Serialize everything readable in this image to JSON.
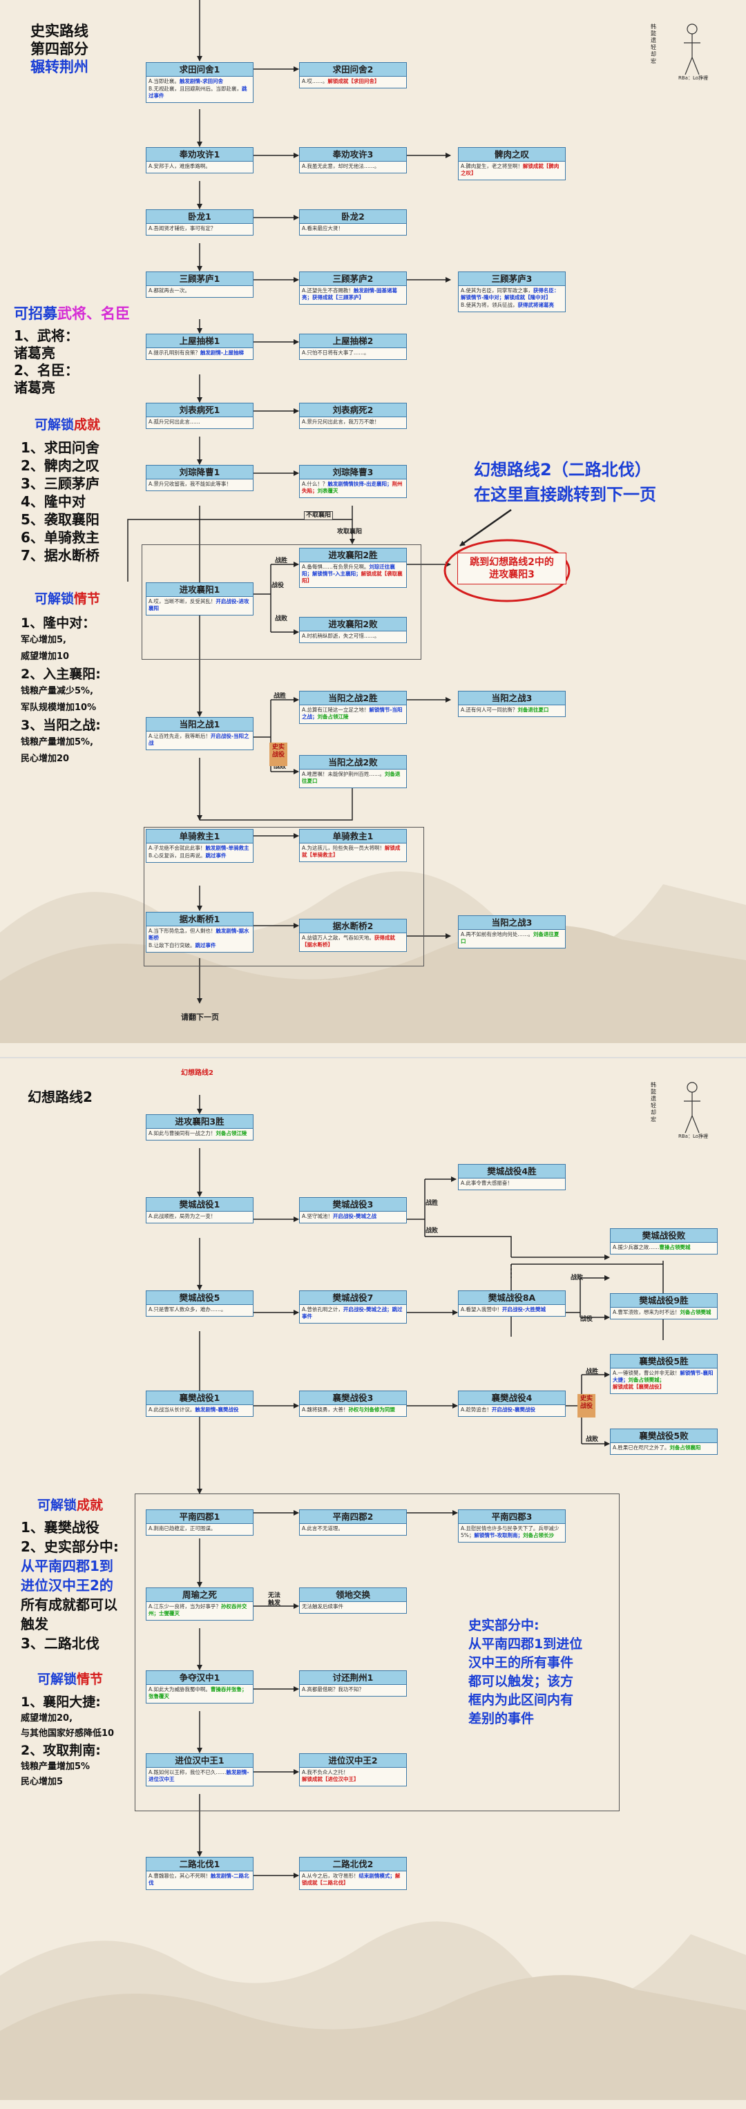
{
  "colors": {
    "background": "#f3ecdf",
    "node_header": "#9ccfe6",
    "node_border": "#3c79a8",
    "blue": "#1b3fd6",
    "red": "#d51d1d",
    "green": "#16a316",
    "magenta": "#d52bd5"
  },
  "part1": {
    "title_line1": "史实路线",
    "title_line2": "第四部分",
    "title_line3": "辗转荆州",
    "recruit_heading_a": "可招募",
    "recruit_heading_b": "武将、名臣",
    "recruit_lines": [
      "1、武将：",
      "诸葛亮",
      "2、名臣：",
      "诸葛亮"
    ],
    "ach_heading_a": "可解锁",
    "ach_heading_b": "成就",
    "achievements": [
      "1、求田问舍",
      "2、髀肉之叹",
      "3、三顾茅庐",
      "4、隆中对",
      "5、袭取襄阳",
      "6、单骑救主",
      "7、据水断桥"
    ],
    "plot_heading_a": "可解锁",
    "plot_heading_b": "情节",
    "plot_lines": [
      {
        "text": "1、隆中对：",
        "size": "big"
      },
      {
        "text": "军心增加5,",
        "size": "small"
      },
      {
        "text": "威望增加10",
        "size": "small"
      },
      {
        "text": "2、入主襄阳:",
        "size": "big"
      },
      {
        "text": "钱粮产量减少5%,",
        "size": "small"
      },
      {
        "text": "军队规模增加10%",
        "size": "small"
      },
      {
        "text": "3、当阳之战:",
        "size": "big"
      },
      {
        "text": "钱粮产量增加5%,",
        "size": "small"
      },
      {
        "text": "民心增加20",
        "size": "small"
      }
    ],
    "signature": {
      "col1": "韩懿遗轻却宏",
      "col2": "RBa：Lo挣裡"
    },
    "callout_line1": "幻想路线2（二路北伐）",
    "callout_line2": "在这里直接跳转到下一页",
    "jump_line1": "跳到幻想路线2中的",
    "jump_line2": "进攻襄阳3",
    "next_page": "请翻下一页"
  },
  "part2": {
    "title": "幻想路线2",
    "header_red": "幻想路线2",
    "ach_heading_a": "可解锁",
    "ach_heading_b": "成就",
    "ach_lines": [
      {
        "text": "1、襄樊战役",
        "color": "dark"
      },
      {
        "text": "2、史实部分中:",
        "color": "dark"
      },
      {
        "text": "从平南四郡1到",
        "color": "mixed1"
      },
      {
        "text": "进位汉中王2的",
        "color": "mixed2"
      },
      {
        "text": "所有成就都可以",
        "color": "dark"
      },
      {
        "text": "触发",
        "color": "dark"
      },
      {
        "text": "3、二路北伐",
        "color": "dark"
      }
    ],
    "plot_heading_a": "可解锁",
    "plot_heading_b": "情节",
    "plot_lines": [
      {
        "text": "1、襄阳大捷:",
        "size": "big"
      },
      {
        "text": "威望增加20,",
        "size": "small"
      },
      {
        "text": "与其他国家好感降低10",
        "size": "small"
      },
      {
        "text": "2、攻取荆南:",
        "size": "big"
      },
      {
        "text": "钱粮产量增加5%",
        "size": "small"
      },
      {
        "text": "民心增加5",
        "size": "small"
      }
    ],
    "frame_note": [
      "史实部分中:",
      "从平南四郡1到进位",
      "汉中王的所有事件",
      "都可以触发；该方",
      "框内为此区间内有",
      "差别的事件"
    ]
  },
  "labels": {
    "zhanyi": "战役",
    "zhansheng": "战胜",
    "zhanbai": "战败",
    "buqu": "不取襄阳",
    "gongqu": "攻取襄阳",
    "stamp": "史实战役",
    "wufa": "无法触发"
  },
  "nodes": [
    {
      "id": "n1",
      "title": "求田问舍1",
      "lines": [
        [
          [
            "A.当即赴襄。",
            "plain"
          ],
          [
            "触发剧情-求田问舍",
            "blue"
          ]
        ],
        [
          [
            "B.无视赴襄，且回避荆州后。当即赴襄，",
            "plain"
          ],
          [
            "跳过事件",
            "blue"
          ]
        ]
      ]
    },
    {
      "id": "n2",
      "title": "求田问舍2",
      "lines": [
        [
          [
            "A.哎……。",
            "plain"
          ],
          [
            "解锁成就【求田问舍】",
            "red"
          ]
        ]
      ]
    },
    {
      "id": "n3",
      "title": "奉劝攻许1",
      "lines": [
        [
          [
            "A.安邦于人，难施季路啊。",
            "plain"
          ]
        ]
      ]
    },
    {
      "id": "n4",
      "title": "奉劝攻许3",
      "lines": [
        [
          [
            "A.我虽无此意，却时无他法……。",
            "plain"
          ]
        ]
      ]
    },
    {
      "id": "n5",
      "title": "髀肉之叹",
      "lines": [
        [
          [
            "A.髀肉复生，老之将至啊！",
            "plain"
          ],
          [
            "解锁成就【髀肉之叹】",
            "red"
          ]
        ]
      ]
    },
    {
      "id": "n6",
      "title": "卧龙1",
      "lines": [
        [
          [
            "A.吾闻贤才辅佐，事可有定？",
            "plain"
          ]
        ]
      ]
    },
    {
      "id": "n7",
      "title": "卧龙2",
      "lines": [
        [
          [
            "A.看来最应大贤！",
            "plain"
          ]
        ]
      ]
    },
    {
      "id": "n8",
      "title": "三顾茅庐1",
      "lines": [
        [
          [
            "A.都就再去一次。",
            "plain"
          ]
        ]
      ]
    },
    {
      "id": "n9",
      "title": "三顾茅庐2",
      "lines": [
        [
          [
            "A.还望先生不吝赐教！",
            "plain"
          ],
          [
            "触发剧情-固基诸葛亮；获得成就【三顾茅庐】",
            "blue"
          ]
        ]
      ]
    },
    {
      "id": "n10",
      "title": "三顾茅庐3",
      "lines": [
        [
          [
            "A.使其为名臣，同掌军政之事，",
            "plain"
          ],
          [
            "获得名臣：解锁情节-隆中对；解锁成就【隆中对】",
            "blue"
          ]
        ],
        [
          [
            "B.使其为将，领兵征战，",
            "plain"
          ],
          [
            "获得武将诸葛亮",
            "blue"
          ]
        ]
      ]
    },
    {
      "id": "n11",
      "title": "上屋抽梯1",
      "lines": [
        [
          [
            "A.提示孔明别有良策？",
            "plain"
          ],
          [
            "触发剧情-上屋抽梯",
            "blue"
          ]
        ]
      ]
    },
    {
      "id": "n12",
      "title": "上屋抽梯2",
      "lines": [
        [
          [
            "A.只怕不日将有大事了……。",
            "plain"
          ]
        ]
      ]
    },
    {
      "id": "n13",
      "title": "刘表病死1",
      "lines": [
        [
          [
            "A.孤升兄何出此言……",
            "plain"
          ]
        ]
      ]
    },
    {
      "id": "n14",
      "title": "刘表病死2",
      "lines": [
        [
          [
            "A.景升兄何出此言，我万万不敢！",
            "plain"
          ]
        ]
      ]
    },
    {
      "id": "n15",
      "title": "刘琮降曹1",
      "lines": [
        [
          [
            "A.景升兄收留我，我不能如此等事！",
            "plain"
          ]
        ]
      ]
    },
    {
      "id": "n16",
      "title": "刘琮降曹3",
      "lines": [
        [
          [
            "A.什么！？",
            "plain"
          ],
          [
            "触发剧情情扶择-出走襄阳；",
            "blue"
          ],
          [
            "荆州失陷；",
            "red"
          ],
          [
            "刘表覆灭",
            "green"
          ]
        ]
      ]
    },
    {
      "id": "n17",
      "title": "进攻襄阳1",
      "lines": [
        [
          [
            "A.哎，当断不断，反受其乱！",
            "plain"
          ],
          [
            "开启战役-进攻襄阳",
            "blue"
          ]
        ]
      ]
    },
    {
      "id": "n18",
      "title": "进攻襄阳2胜",
      "lines": [
        [
          [
            "A.备每惧……有负景升兄啊。",
            "plain"
          ],
          [
            "刘琮迁往襄阳；解锁情节-入主襄阳；",
            "blue"
          ],
          [
            "解锁成就【袭取襄阳】",
            "red"
          ]
        ]
      ]
    },
    {
      "id": "n19",
      "title": "进攻襄阳2败",
      "lines": [
        [
          [
            "A.时机稍纵即逝，失之可惜……。",
            "plain"
          ]
        ]
      ]
    },
    {
      "id": "n20",
      "title": "当阳之战1",
      "lines": [
        [
          [
            "A.让百姓先走，我等断后！",
            "plain"
          ],
          [
            "开启战役-当阳之战",
            "blue"
          ]
        ]
      ]
    },
    {
      "id": "n21",
      "title": "当阳之战2胜",
      "lines": [
        [
          [
            "A.总算有江陵这一立足之地！",
            "plain"
          ],
          [
            "解锁情节-当阳之战；",
            "blue"
          ],
          [
            "刘备占领江陵",
            "green"
          ]
        ]
      ]
    },
    {
      "id": "n22",
      "title": "当阳之战3",
      "lines": [
        [
          [
            "A.还有何人可一同抗衡？",
            "plain"
          ],
          [
            "刘备退往夏口",
            "green"
          ]
        ]
      ]
    },
    {
      "id": "n23",
      "title": "当阳之战2败",
      "lines": [
        [
          [
            "A.唯愿嘱！未能保护荆州百姓……。",
            "plain"
          ],
          [
            "刘备退往夏口",
            "green"
          ]
        ]
      ]
    },
    {
      "id": "n24",
      "title": "单骑救主1",
      "lines": [
        [
          [
            "A.子龙绝不会就此此事！",
            "plain"
          ],
          [
            "触发剧情-单骑救主",
            "blue"
          ]
        ],
        [
          [
            "B.心反复诉，且后再说。",
            "plain"
          ],
          [
            "跳过事件",
            "blue"
          ]
        ]
      ]
    },
    {
      "id": "n25",
      "title": "单骑救主1",
      "lines": [
        [
          [
            "A.为这孩儿，险些失我一员大将啊！",
            "plain"
          ],
          [
            "解锁成就【单骑救主】",
            "red"
          ]
        ]
      ]
    },
    {
      "id": "n26",
      "title": "据水断桥1",
      "lines": [
        [
          [
            "A.当下形势危急，但人剩也！",
            "plain"
          ],
          [
            "触发剧情-据水断桥",
            "blue"
          ]
        ],
        [
          [
            "B.让敌下自行突破。",
            "plain"
          ],
          [
            "跳过事件",
            "blue"
          ]
        ]
      ]
    },
    {
      "id": "n27",
      "title": "据水断桥2",
      "lines": [
        [
          [
            "A.益德万人之敌，气吞如天地。",
            "plain"
          ],
          [
            "获得成就【据水断桥】",
            "red"
          ]
        ]
      ]
    },
    {
      "id": "n28",
      "title": "当阳之战3",
      "lines": [
        [
          [
            "A.再不如前有余地向何处……。",
            "plain"
          ],
          [
            "刘备退往夏口",
            "green"
          ]
        ]
      ]
    },
    {
      "id": "m1",
      "title": "进攻襄阳3胜",
      "lines": [
        [
          [
            "A.如此与曹操同有一战之力！",
            "plain"
          ],
          [
            "刘备占领江陵",
            "green"
          ]
        ]
      ]
    },
    {
      "id": "m2",
      "title": "樊城战役1",
      "lines": [
        [
          [
            "A.此战顺胜，局势为之一变！",
            "plain"
          ]
        ]
      ]
    },
    {
      "id": "m3",
      "title": "樊城战役3",
      "lines": [
        [
          [
            "A.坚守城池！",
            "plain"
          ],
          [
            "开启战役-樊城之战",
            "blue"
          ]
        ]
      ]
    },
    {
      "id": "m4",
      "title": "樊城战役4胜",
      "lines": [
        [
          [
            "A.此事令曹大感振奋！",
            "plain"
          ]
        ]
      ]
    },
    {
      "id": "m5",
      "title": "樊城战役败",
      "lines": [
        [
          [
            "A.援少兵寡之故……",
            "plain"
          ],
          [
            "曹操占领樊城",
            "green"
          ]
        ]
      ]
    },
    {
      "id": "m6",
      "title": "樊城战役5",
      "lines": [
        [
          [
            "A.只是曹军人数众多，难办……。",
            "plain"
          ]
        ]
      ]
    },
    {
      "id": "m7",
      "title": "樊城战役7",
      "lines": [
        [
          [
            "A.曾依孔明之计，",
            "plain"
          ],
          [
            "开启战役-樊城之战；",
            "blue"
          ],
          [
            "跳过事件",
            "blue"
          ]
        ]
      ]
    },
    {
      "id": "m8",
      "title": "樊城战役8A",
      "lines": [
        [
          [
            "A.看望入我营中！",
            "plain"
          ],
          [
            "开启战役-大胜樊城",
            "blue"
          ]
        ]
      ]
    },
    {
      "id": "m9",
      "title": "樊城战役9胜",
      "lines": [
        [
          [
            "A.曹军溃败，想来为时不远！",
            "plain"
          ],
          [
            "刘备占领樊城",
            "green"
          ]
        ]
      ]
    },
    {
      "id": "m10",
      "title": "襄樊战役1",
      "lines": [
        [
          [
            "A.此战当从长计议。",
            "plain"
          ],
          [
            "触发剧情-襄樊战役",
            "blue"
          ]
        ]
      ]
    },
    {
      "id": "m11",
      "title": "襄樊战役3",
      "lines": [
        [
          [
            "A.魏将骁勇，大善！",
            "plain"
          ],
          [
            "孙权与刘备修为同盟",
            "green"
          ]
        ]
      ]
    },
    {
      "id": "m12",
      "title": "襄樊战役4",
      "lines": [
        [
          [
            "A.趁势追击！",
            "plain"
          ],
          [
            "开启战役-襄樊战役",
            "blue"
          ]
        ]
      ]
    },
    {
      "id": "m13",
      "title": "襄樊战役5胜",
      "lines": [
        [
          [
            "A.一锤锁樊，曹公并非无敌！",
            "plain"
          ],
          [
            "解锁情节-襄阳大捷；",
            "blue"
          ],
          [
            "刘备占领樊城；",
            "green"
          ],
          [
            "解锁成就【襄樊战役】",
            "red"
          ]
        ]
      ]
    },
    {
      "id": "m14",
      "title": "襄樊战役5败",
      "lines": [
        [
          [
            "A.胜果已在咫尺之外了。",
            "plain"
          ],
          [
            "刘备占领襄阳",
            "green"
          ]
        ]
      ]
    },
    {
      "id": "m15",
      "title": "平南四郡1",
      "lines": [
        [
          [
            "A.荆南已趋稳定，正可图谋。",
            "plain"
          ]
        ]
      ]
    },
    {
      "id": "m16",
      "title": "平南四郡2",
      "lines": [
        [
          [
            "A.此言不无道理。",
            "plain"
          ]
        ]
      ]
    },
    {
      "id": "m17",
      "title": "平南四郡3",
      "lines": [
        [
          [
            "A.且慰民情也许多与民争天下了。兵甲减少5%；",
            "plain"
          ],
          [
            "解锁情节-攻取荆南；",
            "blue"
          ],
          [
            "刘备占领长沙",
            "green"
          ]
        ]
      ]
    },
    {
      "id": "m18",
      "title": "周瑜之死",
      "lines": [
        [
          [
            "A.江东少一良将，当为好事乎？",
            "plain"
          ],
          [
            "孙权吞并交州；",
            "green"
          ],
          [
            "士燮覆灭",
            "green"
          ]
        ]
      ]
    },
    {
      "id": "m19",
      "title": "领地交换",
      "lines": [
        [
          [
            "无法触发后续事件",
            "plain"
          ]
        ]
      ]
    },
    {
      "id": "m20",
      "title": "争夺汉中1",
      "lines": [
        [
          [
            "A.如此大为威胁我蜀中啊。",
            "plain"
          ],
          [
            "曹操吞并张鲁；",
            "green"
          ],
          [
            "张鲁覆灭",
            "green"
          ]
        ]
      ]
    },
    {
      "id": "m21",
      "title": "讨还荆州1",
      "lines": [
        [
          [
            "A.高都最借刷？我功不知？",
            "plain"
          ]
        ]
      ]
    },
    {
      "id": "m22",
      "title": "进位汉中王1",
      "lines": [
        [
          [
            "A.既如何以王称，我位不已久……",
            "plain"
          ],
          [
            "触发剧情-进位汉中王",
            "blue"
          ]
        ]
      ]
    },
    {
      "id": "m23",
      "title": "进位汉中王2",
      "lines": [
        [
          [
            "A.我不负众人之托！",
            "plain"
          ],
          [
            "解锁成就【进位汉中王】",
            "red"
          ]
        ]
      ]
    },
    {
      "id": "m24",
      "title": "二路北伐1",
      "lines": [
        [
          [
            "A.曹魏篡位，其心不死啊！",
            "plain"
          ],
          [
            "触发剧情-二路北伐",
            "blue"
          ]
        ]
      ]
    },
    {
      "id": "m25",
      "title": "二路北伐2",
      "lines": [
        [
          [
            "A.从今之后，攻守易形！",
            "plain"
          ],
          [
            "结束剧情模式；",
            "blue"
          ],
          [
            "解锁成就【二路北伐】",
            "red"
          ]
        ]
      ]
    }
  ]
}
